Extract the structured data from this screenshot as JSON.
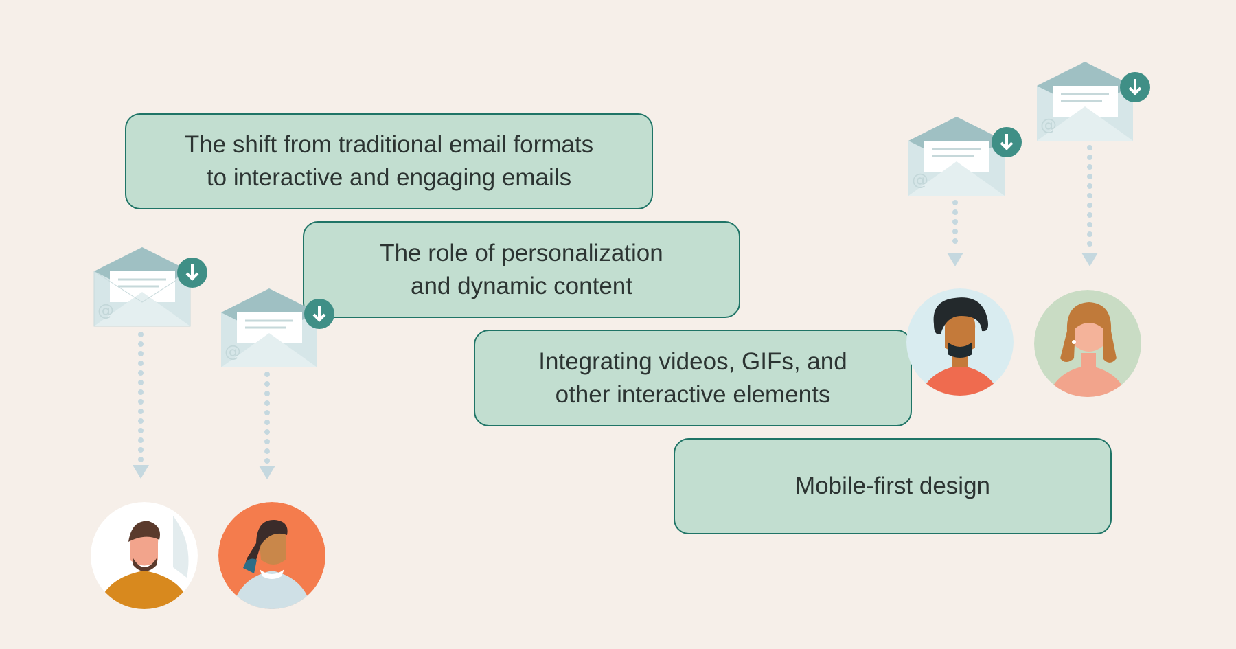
{
  "topics": [
    {
      "line1": "The shift from traditional email formats",
      "line2": "to interactive and engaging emails"
    },
    {
      "line1": "The role of personalization",
      "line2": "and dynamic content"
    },
    {
      "line1": "Integrating videos, GIFs, and",
      "line2": "other interactive elements"
    },
    {
      "line1": "Mobile-first design",
      "line2": ""
    }
  ],
  "colors": {
    "background": "#f6efe9",
    "box_fill": "#c2ded0",
    "box_border": "#1f7466",
    "text": "#2c3432",
    "envelope": "#d6e6e8",
    "download_badge": "#3f8f86",
    "avatar_orange": "#f47c4d",
    "avatar_sage": "#c9dcc4",
    "avatar_white": "#ffffff",
    "avatar_lightblue": "#d9ecf0"
  },
  "icons": {
    "envelope": "open-envelope-icon",
    "download": "download-arrow-icon",
    "arrow": "dotted-down-arrow-icon",
    "avatar": "person-avatar-icon"
  }
}
